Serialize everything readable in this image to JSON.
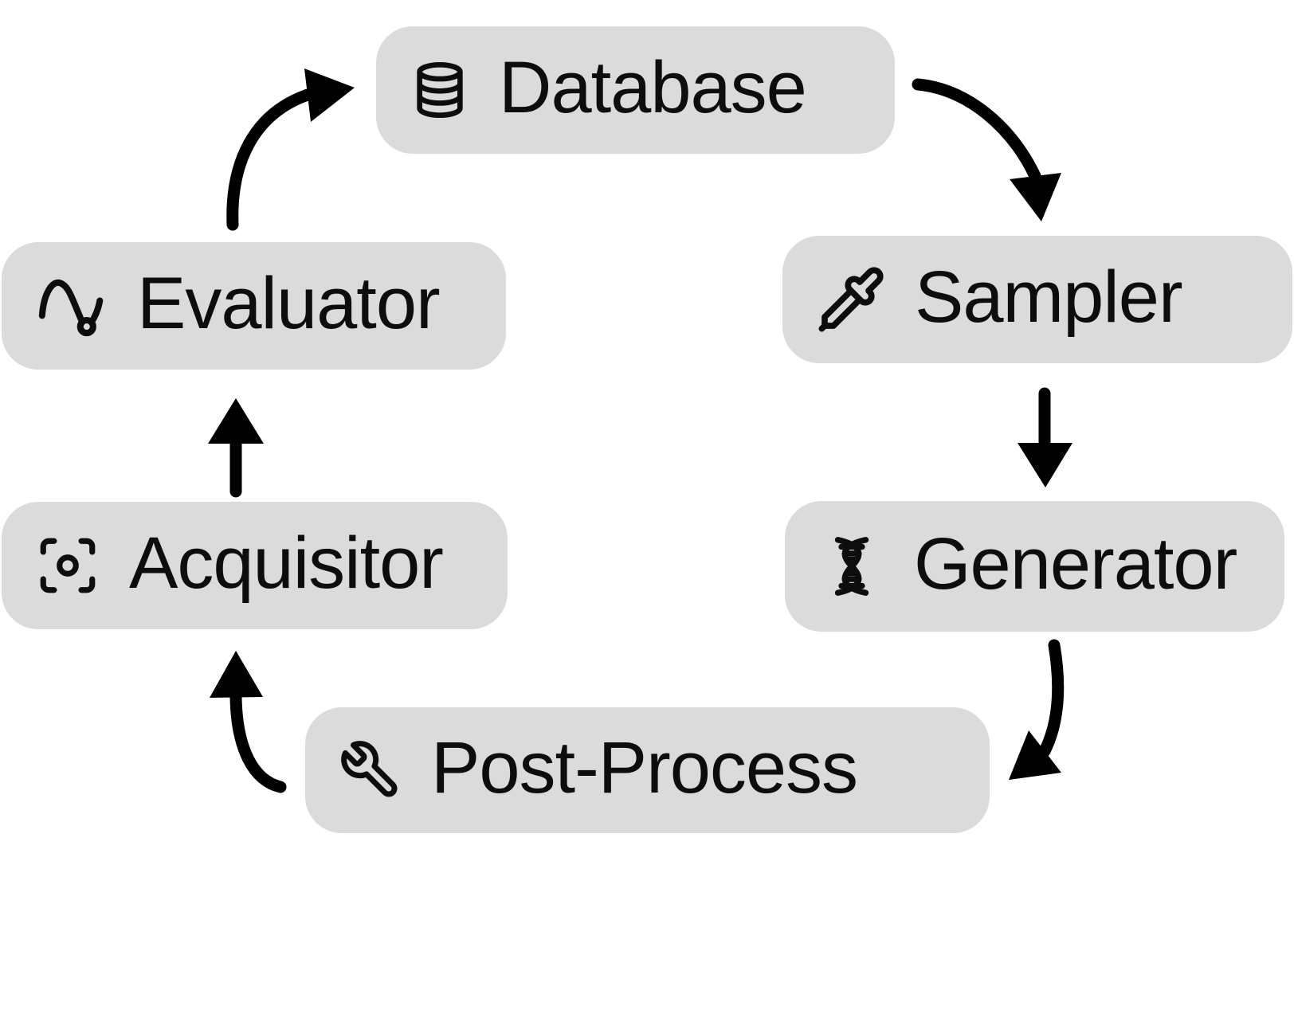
{
  "diagram": {
    "type": "cycle-flowchart",
    "nodes": [
      {
        "id": "database",
        "label": "Database",
        "icon": "database-icon"
      },
      {
        "id": "sampler",
        "label": "Sampler",
        "icon": "pipette-icon"
      },
      {
        "id": "generator",
        "label": "Generator",
        "icon": "dna-icon"
      },
      {
        "id": "post-process",
        "label": "Post-Process",
        "icon": "wrench-icon"
      },
      {
        "id": "acquisitor",
        "label": "Acquisitor",
        "icon": "focus-icon"
      },
      {
        "id": "evaluator",
        "label": "Evaluator",
        "icon": "sine-wave-icon"
      }
    ],
    "edges": [
      {
        "from": "Database",
        "to": "Sampler"
      },
      {
        "from": "Sampler",
        "to": "Generator"
      },
      {
        "from": "Generator",
        "to": "Post-Process"
      },
      {
        "from": "Post-Process",
        "to": "Acquisitor"
      },
      {
        "from": "Acquisitor",
        "to": "Evaluator"
      },
      {
        "from": "Evaluator",
        "to": "Database"
      }
    ],
    "colors": {
      "node_fill": "#dbdbdb",
      "text": "#0d0d0d",
      "arrow": "#000000",
      "background": "#ffffff"
    }
  }
}
